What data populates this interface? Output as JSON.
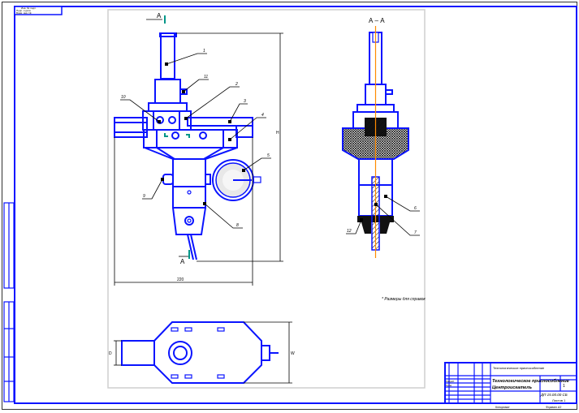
{
  "drawing": {
    "section_label": "А – А",
    "cut_marker_top": "А",
    "cut_marker_bottom": "А",
    "note": "* Размеры для справок",
    "callouts": [
      "1",
      "11",
      "2",
      "3",
      "4",
      "10",
      "5",
      "9",
      "8",
      "6",
      "7",
      "12"
    ],
    "dimensions": {
      "width_front": "220",
      "height_front": "H",
      "width_plan": "W",
      "height_plan": "D"
    }
  },
  "title_block": {
    "doc_title": "Технологическое приспособление",
    "part_name": "Центроискатель",
    "code": "ДП 15.00.00 СБ",
    "sheet": "1",
    "sheets_label": "Листов 1",
    "developer_label": "Разраб.",
    "check_label": "Пров.",
    "format_label": "Формат А3",
    "copied_label": "Копировал"
  },
  "stamp": {
    "line1": "Инв. № подл.",
    "line2": "Подп. и дата",
    "line3": "Взам. инв. №"
  },
  "colors": {
    "line": "#0a14ff",
    "axis": "#ff8a00",
    "marker": "#009688",
    "section": "#e53935"
  }
}
